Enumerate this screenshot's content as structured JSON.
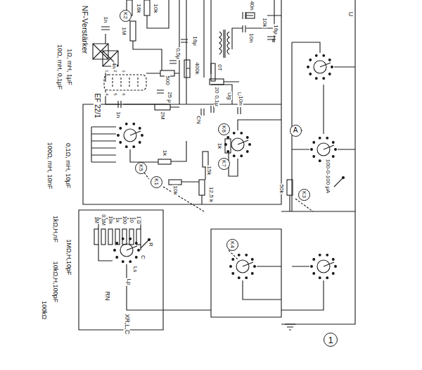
{
  "diagram": {
    "nodes": [
      {
        "text": [
          "K2"
        ]
      },
      {
        "text": [
          "K6"
        ]
      },
      {
        "text": [
          "K7"
        ]
      },
      {
        "text": [
          "K5"
        ]
      },
      {
        "text": [
          "K1"
        ]
      },
      {
        "text": [
          "A"
        ]
      },
      {
        "text": [
          "K3"
        ]
      },
      {
        "text": [
          "K4"
        ]
      },
      {
        "text": [
          "1"
        ]
      }
    ],
    "labels": [
      "NF-Verstärker",
      "16k",
      "10k",
      "1n",
      "1M",
      "4n",
      "EF 22/1",
      "1",
      "2",
      "3",
      "4",
      "5",
      "6",
      "500",
      "0,5μ",
      "400k",
      "16μ",
      "25 μ",
      "1n",
      "2M",
      "0T",
      "40n",
      "10k",
      "10n",
      "16μ",
      "20",
      "Ug",
      "UB",
      "CN",
      "0,1μ",
      "10n",
      "1k",
      "15k",
      "1k",
      "10k",
      "12,5 k",
      "50k",
      "100-0-100 μA",
      "RN",
      "1M",
      "0,1M",
      "10k",
      "1k",
      "100",
      "10",
      "1 Ω",
      "R",
      "C",
      "Ls",
      "Lp",
      "XR,L,C",
      "U",
      "100kΩ",
      "10kΩ,H,100pF",
      "1kΩ,H,nF",
      "1MΩ,H,10pF",
      "1Ω, mH, 1μF",
      "10Ω, mH, 0,1μF",
      "100Ω, mH, 10nF",
      "0,1Ω, mH, 10μF"
    ]
  }
}
